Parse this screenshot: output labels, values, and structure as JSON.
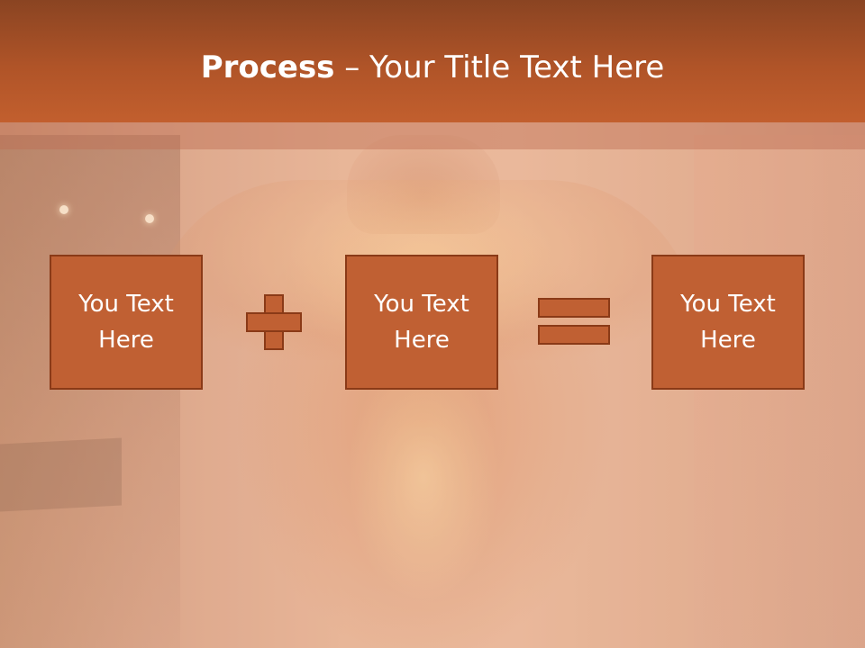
{
  "slide": {
    "title_bold": "Process",
    "title_rest": " – Your Title Text Here",
    "boxes": [
      {
        "text": "You Text Here"
      },
      {
        "text": "You Text Here"
      },
      {
        "text": "You Text Here"
      }
    ],
    "operators": [
      "plus-icon",
      "equals-icon"
    ],
    "colors": {
      "header": "#b05428",
      "box_fill": "#c06033",
      "box_border": "#8a3a17",
      "text": "#ffffff"
    }
  }
}
